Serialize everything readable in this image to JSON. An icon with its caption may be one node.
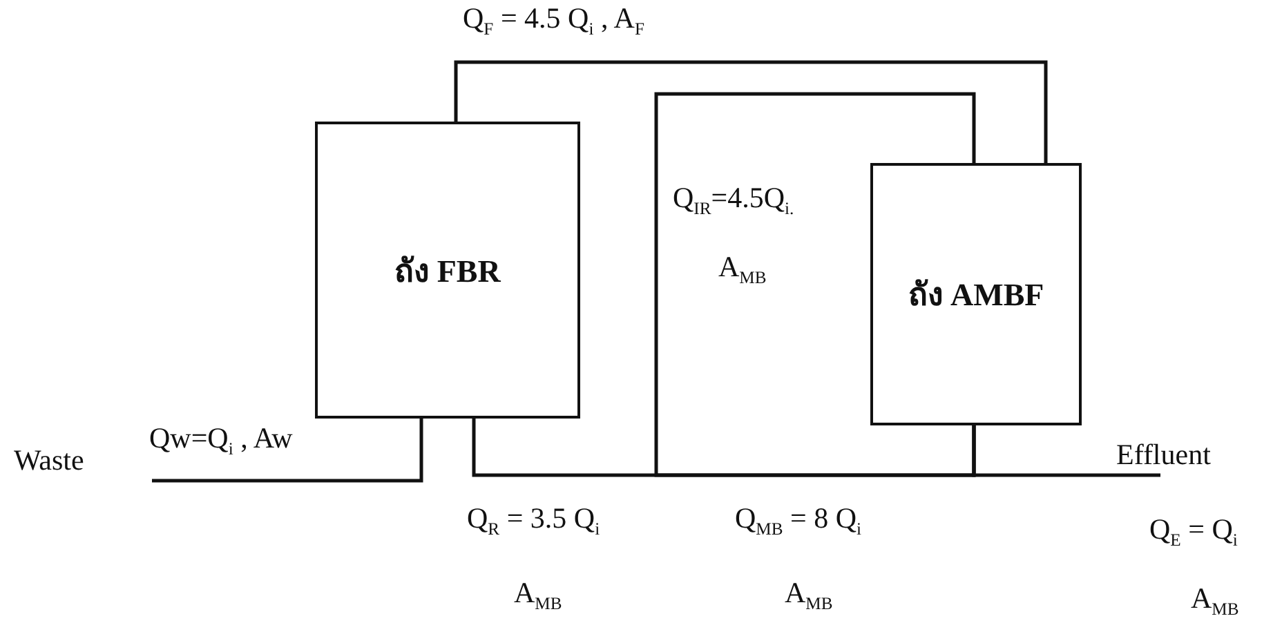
{
  "diagram": {
    "nodes": [
      {
        "text": [
          "ถัง FBR"
        ]
      },
      {
        "text": [
          "ถัง AMBF"
        ]
      },
      {
        "text": [
          "Waste"
        ]
      },
      {
        "text": [
          "Effluent"
        ]
      }
    ],
    "edges": [
      {
        "from": 0,
        "to": 1,
        "arrow": "none",
        "label": "Q$_{F}$ =  4.5 Q$_{i}$ , A$_{F}$"
      },
      {
        "from": 1,
        "to": 1,
        "arrow": "none",
        "label": "Q$_{IR}$=4.5Q$_{i.}$"
      },
      {
        "from": 1,
        "to": 0,
        "arrow": "none",
        "label": "Q$_{R}$ = 3.5 Q$_{i}$"
      },
      {
        "from": 1,
        "to": 3,
        "arrow": "none",
        "label": "Q$_{E}$ = Q$_{i}$"
      },
      {
        "from": 0,
        "to": 2,
        "arrow": "none",
        "label": "Qw=Q$_{i}$ , Aw"
      }
    ],
    "labels": [
      "A$_{MB}$",
      "Q$_{MB}$ = 8 Q$_{i}$",
      "A$_{MB}$",
      "A$_{MB}$",
      "A$_{MB}$"
    ]
  }
}
